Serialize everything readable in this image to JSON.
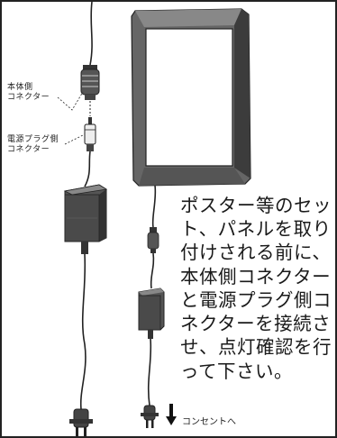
{
  "labels": {
    "main_connector": "本体側\nコネクター",
    "main_connector_line1": "本体側",
    "main_connector_line2": "コネクター",
    "power_plug_line1": "電源プラグ側",
    "power_plug_line2": "コネクター",
    "to_outlet": "コンセントへ"
  },
  "instruction_lines": [
    "ポスター等のセッ",
    "ト、パネルを取り",
    "付けされる前に、",
    "本体側コネクター",
    "と電源プラグ側コ",
    "ネクターを接続さ",
    "せ、点灯確認を行",
    "って下さい。"
  ],
  "colors": {
    "line": "#222222",
    "background": "#ffffff"
  },
  "icons": {
    "arrow": "arrow-down-icon",
    "plug": "plug-icon",
    "adapter": "adapter-icon",
    "panel": "panel-frame-icon"
  }
}
